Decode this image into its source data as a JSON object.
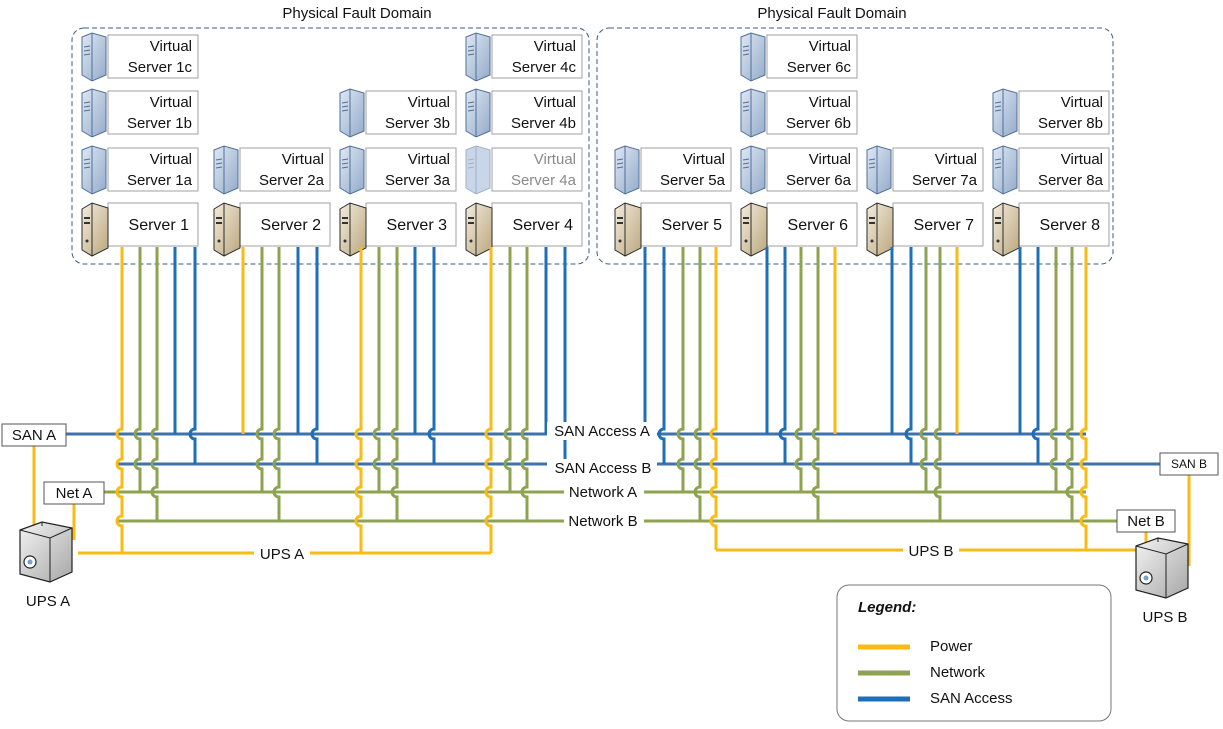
{
  "domains": [
    {
      "title": "Physical Fault Domain"
    },
    {
      "title": "Physical Fault Domain"
    }
  ],
  "servers": [
    {
      "name": "Server 1",
      "vms": [
        {
          "l1": "Virtual",
          "l2": "Server 1a"
        },
        {
          "l1": "Virtual",
          "l2": "Server 1b"
        },
        {
          "l1": "Virtual",
          "l2": "Server 1c"
        }
      ]
    },
    {
      "name": "Server 2",
      "vms": [
        {
          "l1": "Virtual",
          "l2": "Server 2a"
        }
      ]
    },
    {
      "name": "Server 3",
      "vms": [
        {
          "l1": "Virtual",
          "l2": "Server 3a"
        },
        {
          "l1": "Virtual",
          "l2": "Server 3b"
        }
      ]
    },
    {
      "name": "Server 4",
      "vms": [
        {
          "l1": "Virtual",
          "l2": "Server 4a",
          "faded": true
        },
        {
          "l1": "Virtual",
          "l2": "Server 4b"
        },
        {
          "l1": "Virtual",
          "l2": "Server 4c"
        }
      ]
    },
    {
      "name": "Server 5",
      "vms": [
        {
          "l1": "Virtual",
          "l2": "Server 5a"
        }
      ]
    },
    {
      "name": "Server 6",
      "vms": [
        {
          "l1": "Virtual",
          "l2": "Server 6a"
        },
        {
          "l1": "Virtual",
          "l2": "Server 6b"
        },
        {
          "l1": "Virtual",
          "l2": "Server 6c"
        }
      ]
    },
    {
      "name": "Server 7",
      "vms": [
        {
          "l1": "Virtual",
          "l2": "Server 7a"
        }
      ]
    },
    {
      "name": "Server 8",
      "vms": [
        {
          "l1": "Virtual",
          "l2": "Server 8a"
        },
        {
          "l1": "Virtual",
          "l2": "Server 8b"
        }
      ]
    }
  ],
  "buses": {
    "san_a": "SAN Access A",
    "san_b": "SAN Access B",
    "net_a": "Network A",
    "net_b": "Network B",
    "ups_a": "UPS A",
    "ups_b": "UPS B"
  },
  "devices": {
    "san_a": "SAN A",
    "san_b": "SAN B",
    "net_a": "Net A",
    "net_b": "Net B",
    "ups_a": "UPS A",
    "ups_b": "UPS B"
  },
  "legend": {
    "title": "Legend:",
    "items": [
      {
        "label": "Power",
        "color": "#F9BC14"
      },
      {
        "label": "Network",
        "color": "#8DA34F"
      },
      {
        "label": "SAN Access",
        "color": "#1F6FB8"
      }
    ]
  },
  "colors": {
    "power": "#F9BC14",
    "network": "#8DA34F",
    "san": "#1F6FB8",
    "bus_san": "#3E72A8",
    "domain_border": "#3A5C86"
  }
}
